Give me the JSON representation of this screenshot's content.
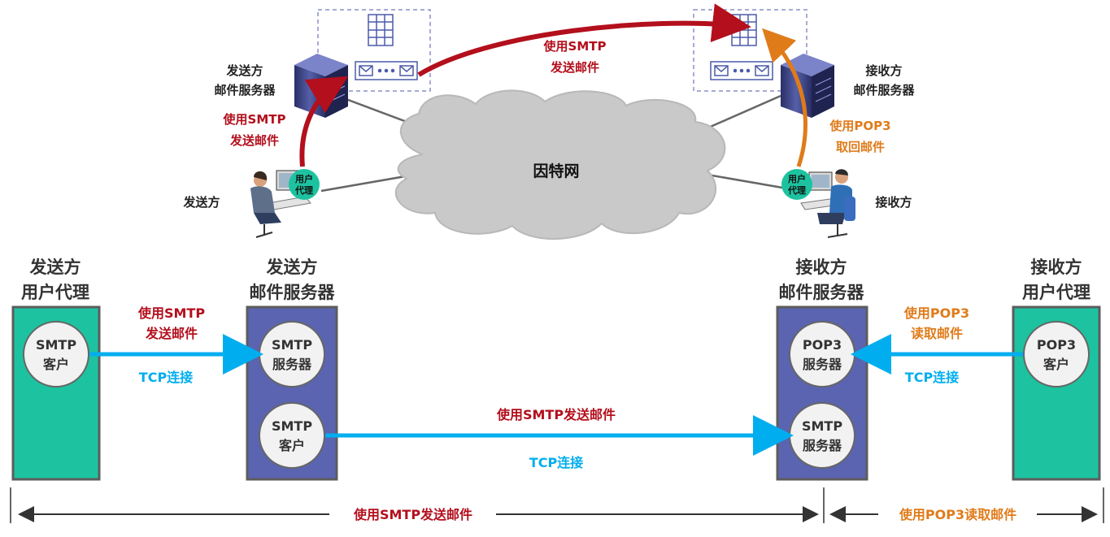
{
  "colors": {
    "smtp_red": "#b30f1c",
    "pop3_orange": "#e07b1a",
    "tcp_blue": "#00aeef",
    "agent_green": "#1dc3a0",
    "server_blue": "#5a64b0",
    "panel_border": "#5d5d5d",
    "cloud": "#c9c9c9"
  },
  "top": {
    "sender_server_label": [
      "发送方",
      "邮件服务器"
    ],
    "receiver_server_label": [
      "接收方",
      "邮件服务器"
    ],
    "sender_label": "发送方",
    "receiver_label": "接收方",
    "internet_label": "因特网",
    "user_agent_badge": [
      "用户",
      "代理"
    ],
    "smtp_left_label": [
      "使用SMTP",
      "发送邮件"
    ],
    "smtp_top_label": [
      "使用SMTP",
      "发送邮件"
    ],
    "pop3_label": [
      "使用POP3",
      "取回邮件"
    ]
  },
  "bottom": {
    "columns": [
      {
        "title": [
          "发送方",
          "用户代理"
        ],
        "circles": [
          [
            "SMTP",
            "客户"
          ]
        ]
      },
      {
        "title": [
          "发送方",
          "邮件服务器"
        ],
        "circles": [
          [
            "SMTP",
            "服务器"
          ],
          [
            "SMTP",
            "客户"
          ]
        ]
      },
      {
        "title": [
          "接收方",
          "邮件服务器"
        ],
        "circles": [
          [
            "POP3",
            "服务器"
          ],
          [
            "SMTP",
            "服务器"
          ]
        ]
      },
      {
        "title": [
          "接收方",
          "用户代理"
        ],
        "circles": [
          [
            "POP3",
            "客户"
          ]
        ]
      }
    ],
    "link1_label": [
      "使用SMTP",
      "发送邮件"
    ],
    "link1_tcp": "TCP连接",
    "link2_label": "使用SMTP发送邮件",
    "link2_tcp": "TCP连接",
    "link3_label": [
      "使用POP3",
      "读取邮件"
    ],
    "link3_tcp": "TCP连接",
    "span_smtp": "使用SMTP发送邮件",
    "span_pop3": "使用POP3读取邮件"
  }
}
